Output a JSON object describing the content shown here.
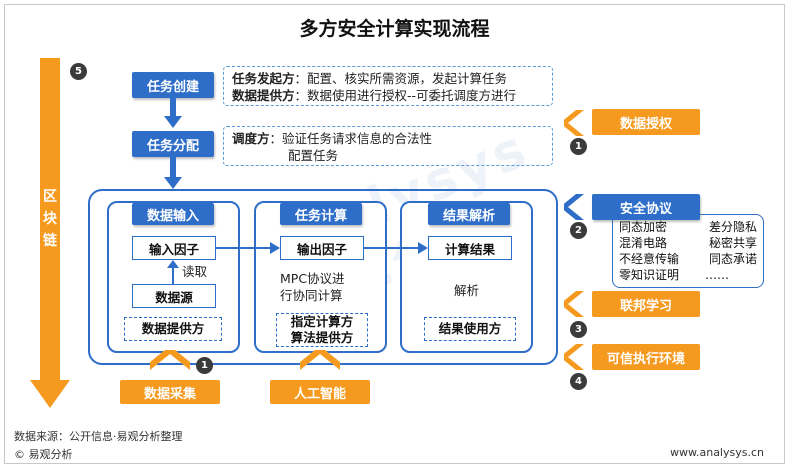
{
  "title": "多方安全计算实现流程",
  "watermark": "analysys",
  "watermark_cn": "易观分析",
  "left_bar": {
    "label_chars": [
      "区",
      "块",
      "链"
    ],
    "step": "5"
  },
  "top_steps": [
    {
      "label": "任务创建",
      "lines": [
        {
          "role": "任务发起方",
          "text": "：配置、核实所需资源，发起计算任务"
        },
        {
          "role": "数据提供方",
          "text": "：数据使用进行授权--可委托调度方进行"
        }
      ]
    },
    {
      "label": "任务分配",
      "lines": [
        {
          "role": "调度方",
          "text": "：验证任务请求信息的合法性"
        },
        {
          "role": "",
          "text": "配置任务"
        }
      ]
    }
  ],
  "cards": {
    "input": {
      "header": "数据输入",
      "factor": "输入因子",
      "read": "读取",
      "source": "数据源",
      "provider": "数据提供方"
    },
    "compute": {
      "header": "任务计算",
      "factor": "输出因子",
      "desc": [
        "MPC协议进",
        "行协同计算"
      ],
      "provider": [
        "指定计算方",
        "算法提供方"
      ]
    },
    "result": {
      "header": "结果解析",
      "factor": "计算结果",
      "desc": "解析",
      "user": "结果使用方"
    }
  },
  "bottom_labels": {
    "collect": "数据采集",
    "collect_step": "1",
    "ai": "人工智能"
  },
  "right_side": {
    "auth": {
      "label": "数据授权",
      "step": "1"
    },
    "protocol": {
      "label": "安全协议",
      "step": "2",
      "items": [
        [
          "同态加密",
          "差分隐私"
        ],
        [
          "混淆电路",
          "秘密共享"
        ],
        [
          "不经意传输",
          "同态承诺"
        ],
        [
          "零知识证明",
          "……"
        ]
      ]
    },
    "federated": {
      "label": "联邦学习",
      "step": "3"
    },
    "tee": {
      "label": "可信执行环境",
      "step": "4"
    }
  },
  "footer": {
    "source": "数据来源：公开信息·易观分析整理",
    "copyright": "© 易观分析",
    "site": "www.analysys.cn"
  },
  "colors": {
    "blue": "#2e6ec8",
    "orange": "#f59a1f",
    "dash": "#5b9bd5"
  }
}
